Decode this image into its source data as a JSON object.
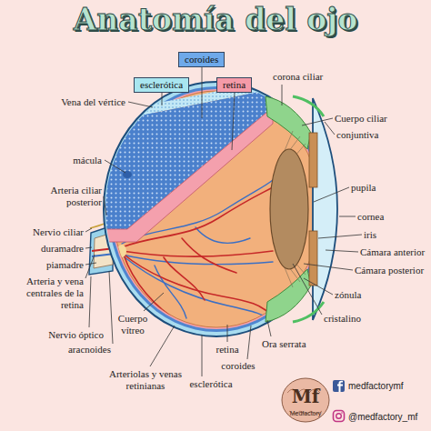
{
  "diagram": {
    "title": "Anatomía del ojo",
    "nodes": [
      {
        "text": [
          "coroides"
        ]
      },
      {
        "text": [
          "esclerótica"
        ]
      },
      {
        "text": [
          "retina"
        ]
      }
    ],
    "labels": [
      "Vena del vértice",
      "mácula",
      "Arteria ciliar posterior",
      "Nervio ciliar",
      "duramadre",
      "piamadre",
      "Arteria y vena centrales de la retina",
      "Nervio óptico",
      "aracnoides",
      "Cuerpo vítreo",
      "Arteriolas y venas retinianas",
      "retina",
      "coroides",
      "esclerótica",
      "Ora serrata",
      "cristalino",
      "corona ciliar",
      "Cuerpo ciliar",
      "conjuntiva",
      "pupila",
      "cornea",
      "iris",
      "Cámara anterior",
      "Cámara posterior",
      "zónula",
      "Mf",
      "Medfactory",
      "medfactorymf",
      "@medfactory_mf"
    ]
  }
}
